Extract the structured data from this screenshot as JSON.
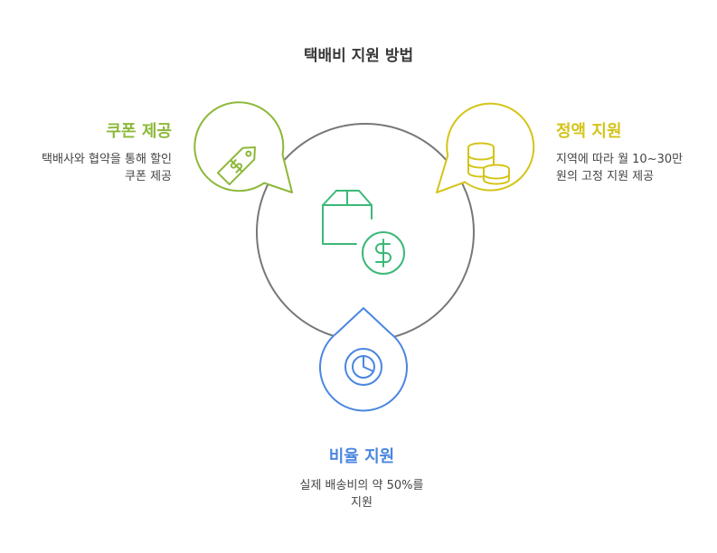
{
  "title": "택배비 지원 방법",
  "center": {
    "icon": "package-dollar-icon"
  },
  "options": {
    "coupon": {
      "title": "쿠폰 제공",
      "desc_line1": "택배사와 협약을 통해 할인",
      "desc_line2": "쿠폰 제공",
      "icon": "price-tag-icon",
      "color": "#8db83a"
    },
    "fixed": {
      "title": "정액 지원",
      "desc_line1": "지역에 따라 월 10~30만",
      "desc_line2": "원의 고정 지원 제공",
      "icon": "coin-stack-icon",
      "color": "#d4c418"
    },
    "ratio": {
      "title": "비율 지원",
      "desc_line1": "실제 배송비의 약 50%를",
      "desc_line2": "지원",
      "icon": "pie-chart-icon",
      "color": "#4a86e0"
    }
  },
  "center_color": "#3cb878",
  "ring_color": "#777777"
}
